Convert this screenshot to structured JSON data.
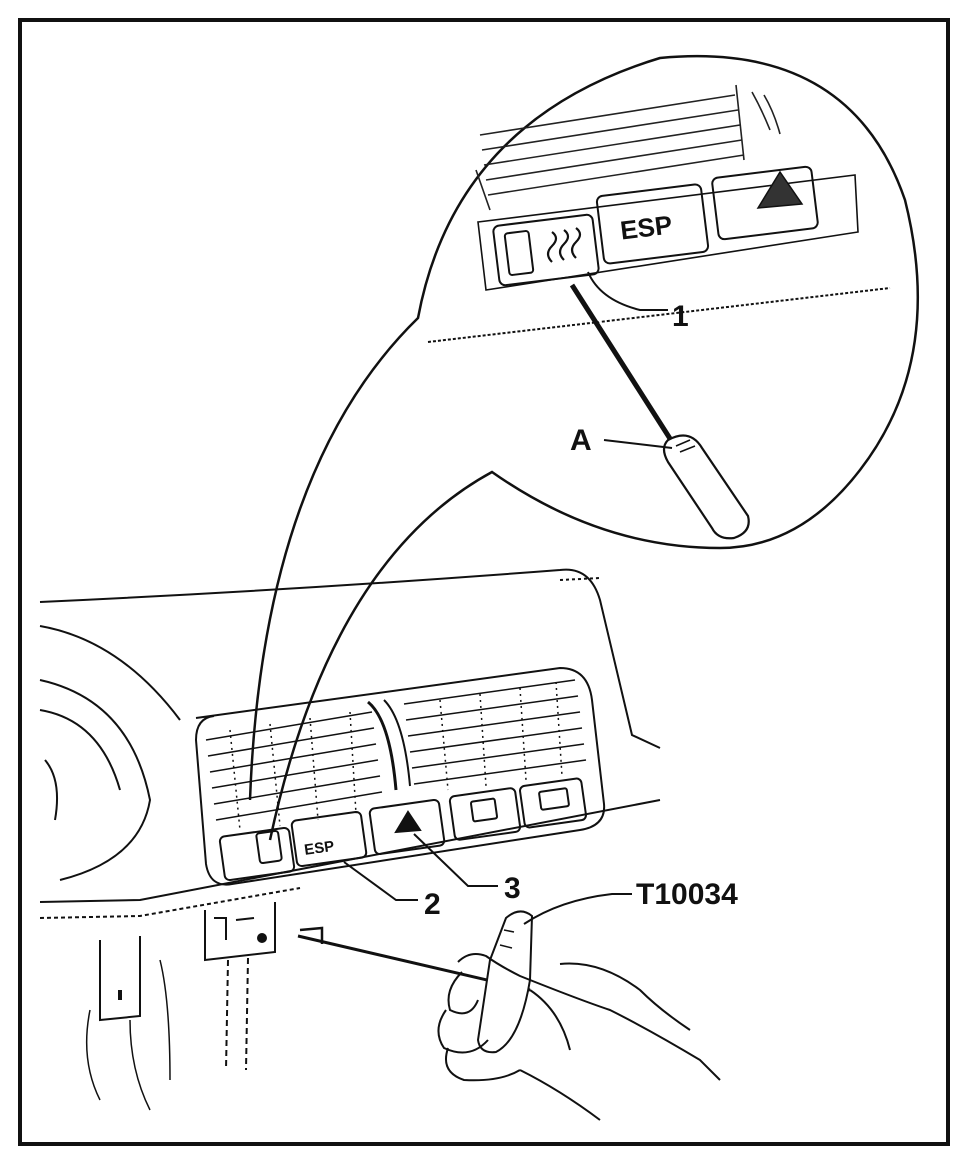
{
  "labels": {
    "callout_1": "1",
    "callout_2": "2",
    "callout_3": "3",
    "callout_A": "A",
    "tool_code": "T10034"
  },
  "buttons": {
    "esp_detail": "ESP",
    "esp_dash": "ESP"
  },
  "colors": {
    "ink": "#111111",
    "paper": "#ffffff"
  }
}
